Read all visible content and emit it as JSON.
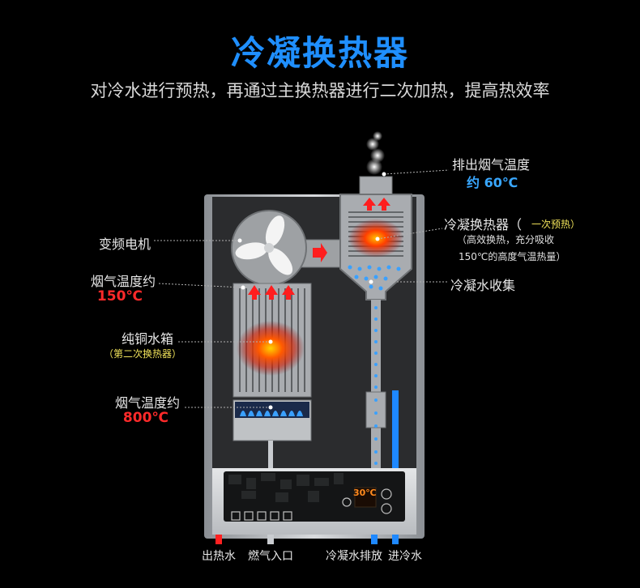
{
  "header": {
    "title": "冷凝换热器",
    "subtitle": "对冷水进行预热，再通过主换热器进行二次加热，提高热效率"
  },
  "labels": {
    "exhaust_temp_title": "排出烟气温度",
    "exhaust_temp_value": "约 60℃",
    "motor": "变频电机",
    "flue_temp_mid_title": "烟气温度约",
    "flue_temp_mid_value": "150℃",
    "copper_tank": "纯铜水箱",
    "copper_tank_note": "（第二次换热器）",
    "flue_temp_low_title": "烟气温度约",
    "flue_temp_low_value": "800℃",
    "condenser_title": "冷凝换热器（",
    "condenser_note": "一次预热）",
    "condenser_desc_1": "（高效换热，充分吸收",
    "condenser_desc_2": "150℃的高度气温热量）",
    "condensate_collect": "冷凝水收集"
  },
  "display": {
    "temperature": "30℃"
  },
  "pipes": {
    "hot_out": "出热水",
    "gas_in": "燃气入口",
    "condensate_drain": "冷凝水排放",
    "cold_in": "进冷水"
  },
  "colors": {
    "title_blue": "#1f8fff",
    "hot_red": "#ff2a2a",
    "cold_blue": "#1e88ff",
    "label_yellow": "#f0e25a",
    "display_orange": "#ff8a1e"
  }
}
